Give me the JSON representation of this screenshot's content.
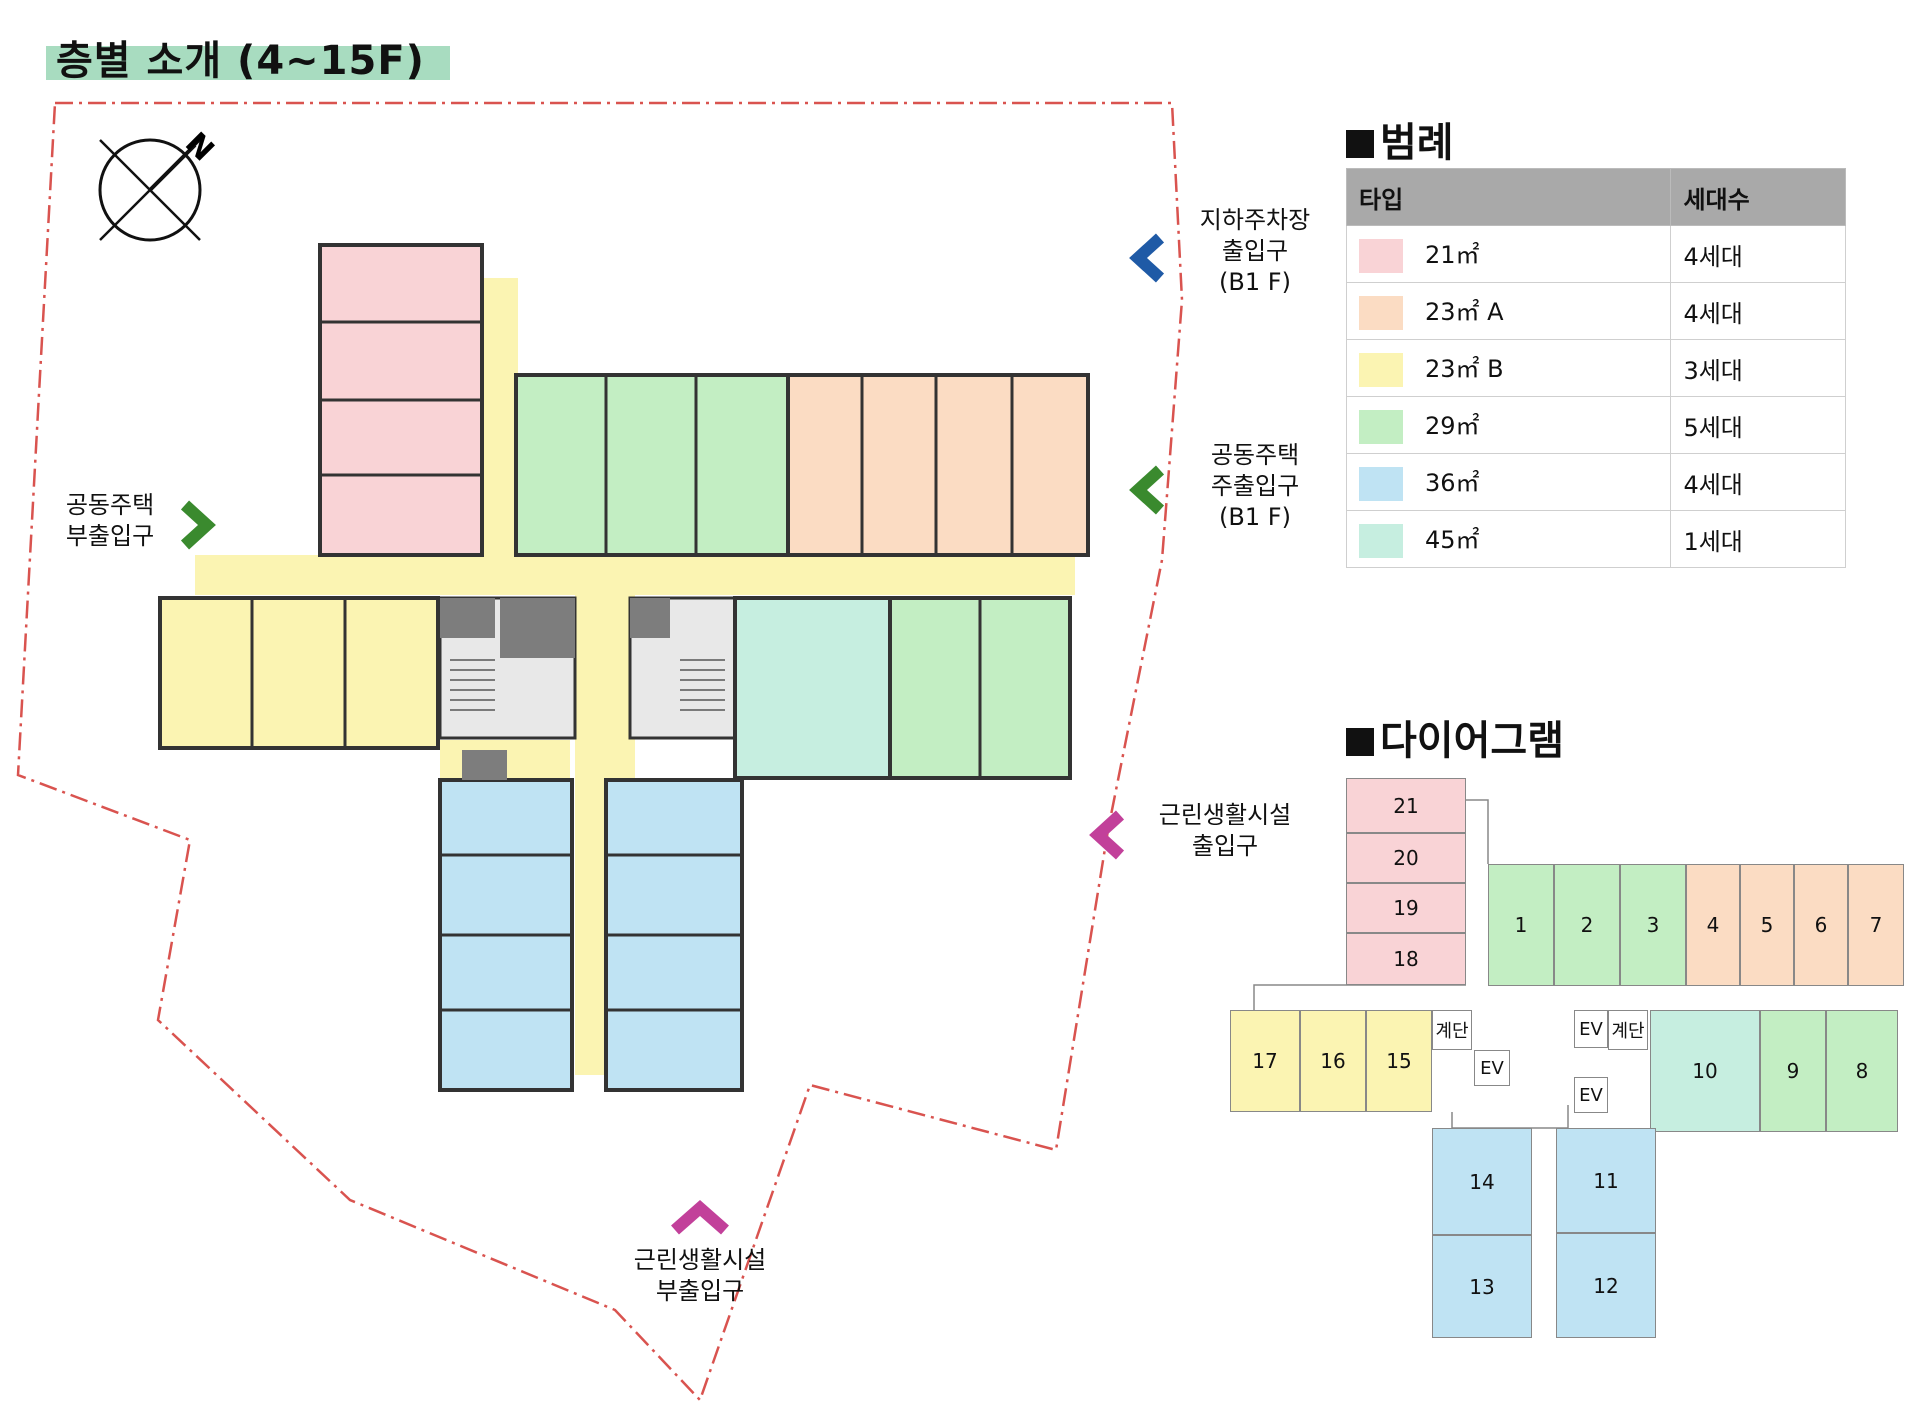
{
  "title": "층별 소개 (4~15F)",
  "compass": "N",
  "labels": {
    "parking_entrance": [
      "지하주차장",
      "출입구",
      "(B1 F)"
    ],
    "main_entrance": [
      "공동주택",
      "주출입구",
      "(B1 F)"
    ],
    "sub_entrance": [
      "공동주택",
      "부출입구"
    ],
    "retail_entrance": [
      "근린생활시설",
      "출입구"
    ],
    "retail_sub_entrance": [
      "근린생활시설",
      "부출입구"
    ]
  },
  "legend": {
    "title": "범례",
    "headers": [
      "타입",
      "세대수"
    ],
    "rows": [
      {
        "type": "21㎡",
        "count": "4세대",
        "color": "#f9d3d6"
      },
      {
        "type": "23㎡ A",
        "count": "4세대",
        "color": "#fbdcc3"
      },
      {
        "type": "23㎡ B",
        "count": "3세대",
        "color": "#fbf4b2"
      },
      {
        "type": "29㎡",
        "count": "5세대",
        "color": "#c3eec3"
      },
      {
        "type": "36㎡",
        "count": "4세대",
        "color": "#bfe3f3"
      },
      {
        "type": "45㎡",
        "count": "1세대",
        "color": "#c6eee0"
      }
    ]
  },
  "diagram": {
    "title": "다이어그램",
    "units": [
      "21",
      "20",
      "19",
      "18",
      "1",
      "2",
      "3",
      "4",
      "5",
      "6",
      "7",
      "17",
      "16",
      "15",
      "10",
      "9",
      "8",
      "14",
      "13",
      "11",
      "12"
    ],
    "stair": "계단",
    "ev": "EV"
  },
  "colors": {
    "pink": "#f9d3d6",
    "peach": "#fbdcc3",
    "yellow": "#fbf4b2",
    "green": "#c3eec3",
    "blue": "#bfe3f3",
    "mint": "#c6eee0",
    "arrow_blue": "#1f5aa6",
    "arrow_green": "#3a8a2e",
    "arrow_magenta": "#c2409a",
    "boundary": "#d9534f"
  }
}
